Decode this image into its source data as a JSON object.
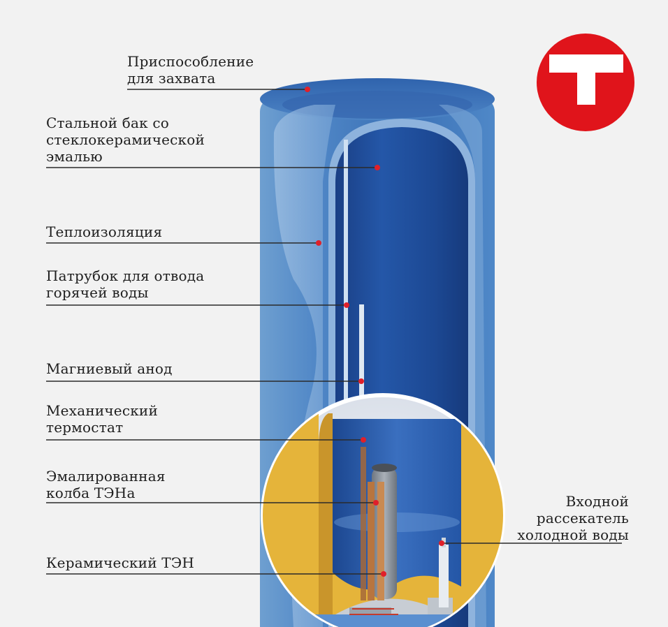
{
  "colors": {
    "background": "#f2f2f2",
    "logo": "#e0141b",
    "leader_line": "#2a2a2a",
    "marker": "#e0202a",
    "tank_inner": "#1f4e9e",
    "insulation": "#e5b43a"
  },
  "logo": {
    "icon": "t-logo-icon",
    "letter": "T"
  },
  "labels": [
    {
      "id": "handle",
      "lines": [
        "Приспособление",
        "для захвата"
      ]
    },
    {
      "id": "steel-tank",
      "lines": [
        "Стальной бак со",
        "стеклокерамической",
        "эмалью"
      ]
    },
    {
      "id": "insulation",
      "lines": [
        "Теплоизоляция"
      ]
    },
    {
      "id": "hot-outlet",
      "lines": [
        "Патрубок для отвода",
        "горячей воды"
      ]
    },
    {
      "id": "anode",
      "lines": [
        "Магниевый анод"
      ]
    },
    {
      "id": "thermostat",
      "lines": [
        "Механический",
        "термостат"
      ]
    },
    {
      "id": "heater-flask",
      "lines": [
        "Эмалированная",
        "колба ТЭНа"
      ]
    },
    {
      "id": "heater",
      "lines": [
        "Керамический ТЭН"
      ]
    },
    {
      "id": "cold-inlet",
      "lines": [
        "Входной",
        "рассекатель",
        "холодной воды"
      ]
    }
  ]
}
